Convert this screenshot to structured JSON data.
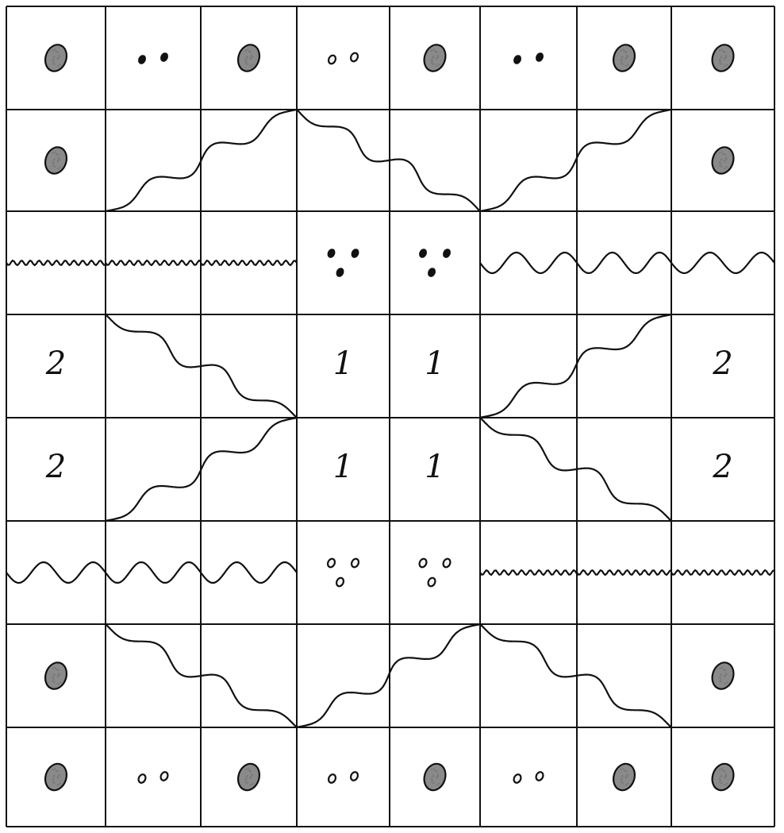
{
  "grid": {
    "rows": 8,
    "cols": 8
  },
  "cells": [
    [
      "blob",
      "pair-solid",
      "blob",
      "pair-open",
      "blob",
      "pair-solid",
      "blob",
      "blob"
    ],
    [
      "blob",
      "curve",
      "curve",
      "curve",
      "curve",
      "curve",
      "curve",
      "blob"
    ],
    [
      "zigzag",
      "zigzag",
      "zigzag",
      "triad-solid",
      "triad-solid",
      "wave",
      "wave",
      "wave"
    ],
    [
      "numeral",
      "curve",
      "curve",
      "numeral",
      "numeral",
      "curve",
      "curve",
      "numeral"
    ],
    [
      "numeral",
      "curve",
      "curve",
      "numeral",
      "numeral",
      "curve",
      "curve",
      "numeral"
    ],
    [
      "wave",
      "wave",
      "wave",
      "triad-open",
      "triad-open",
      "zigzag",
      "zigzag",
      "zigzag"
    ],
    [
      "blob",
      "curve",
      "curve",
      "curve",
      "curve",
      "curve",
      "curve",
      "blob"
    ],
    [
      "blob",
      "pair-open",
      "blob",
      "pair-open",
      "blob",
      "pair-open",
      "blob",
      "blob"
    ]
  ],
  "numerals": [
    {
      "row": 3,
      "col": 0,
      "text": "2"
    },
    {
      "row": 3,
      "col": 3,
      "text": "1"
    },
    {
      "row": 3,
      "col": 4,
      "text": "1"
    },
    {
      "row": 3,
      "col": 7,
      "text": "2"
    },
    {
      "row": 4,
      "col": 0,
      "text": "2"
    },
    {
      "row": 4,
      "col": 3,
      "text": "1"
    },
    {
      "row": 4,
      "col": 4,
      "text": "1"
    },
    {
      "row": 4,
      "col": 7,
      "text": "2"
    }
  ]
}
